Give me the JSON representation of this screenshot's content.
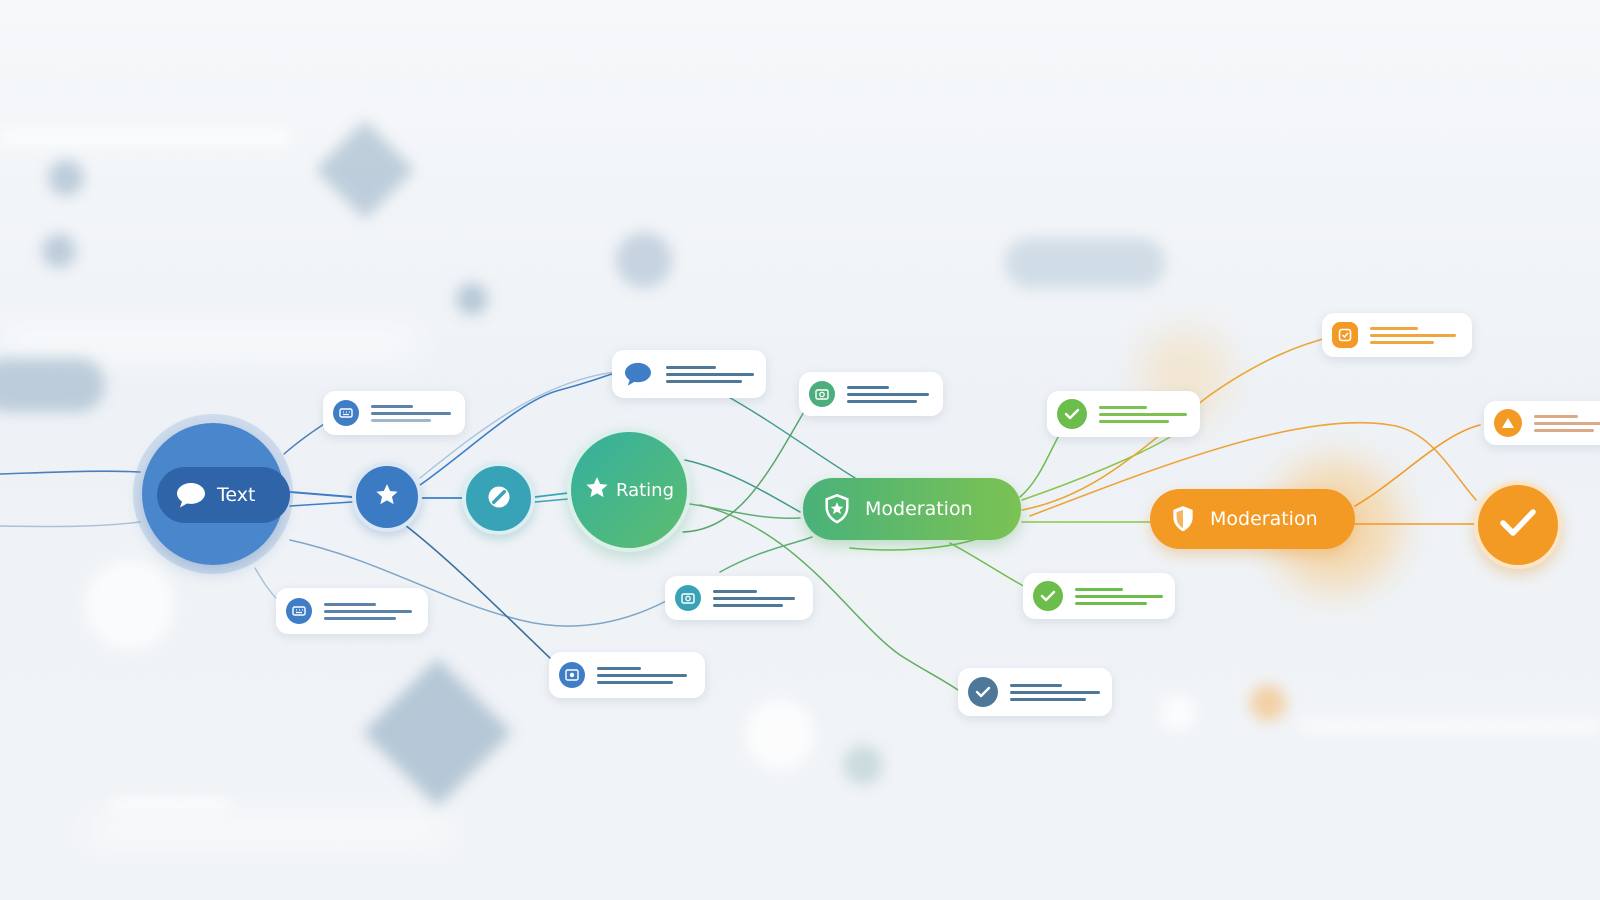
{
  "labels": {
    "text_node": "Text",
    "rating_node": "Rating",
    "moderation_green": "Moderation",
    "moderation_orange": "Moderation"
  },
  "colors": {
    "blue": "#3f7ec6",
    "blue_dark": "#2f6cb3",
    "teal": "#3aa6b4",
    "green": "#6cbd4c",
    "orange": "#f39a25",
    "slate": "#4d7899"
  },
  "icons": {
    "text_node": "speech-bubble-icon",
    "star_node": "star-icon",
    "slash_node": "no-entry-icon",
    "rating_node": "star-icon",
    "moderation_green": "shield-icon",
    "moderation_orange": "shield-icon",
    "final_node": "checkmark-icon"
  }
}
